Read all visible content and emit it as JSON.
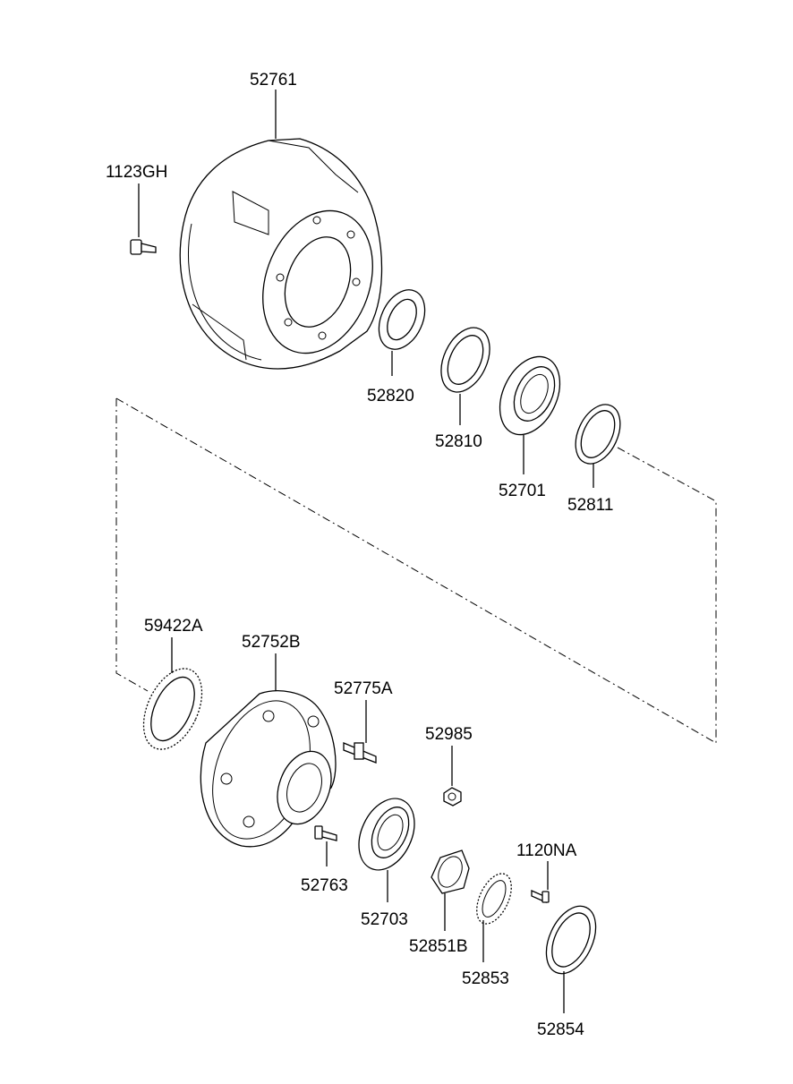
{
  "diagram": {
    "part_labels": {
      "p52761": "52761",
      "p1123GH": "1123GH",
      "p52820": "52820",
      "p52810": "52810",
      "p52701": "52701",
      "p52811": "52811",
      "p59422A": "59422A",
      "p52752B": "52752B",
      "p52775A": "52775A",
      "p52985": "52985",
      "p1120NA": "1120NA",
      "p52763": "52763",
      "p52703": "52703",
      "p52851B": "52851B",
      "p52853": "52853",
      "p52854": "52854"
    }
  }
}
